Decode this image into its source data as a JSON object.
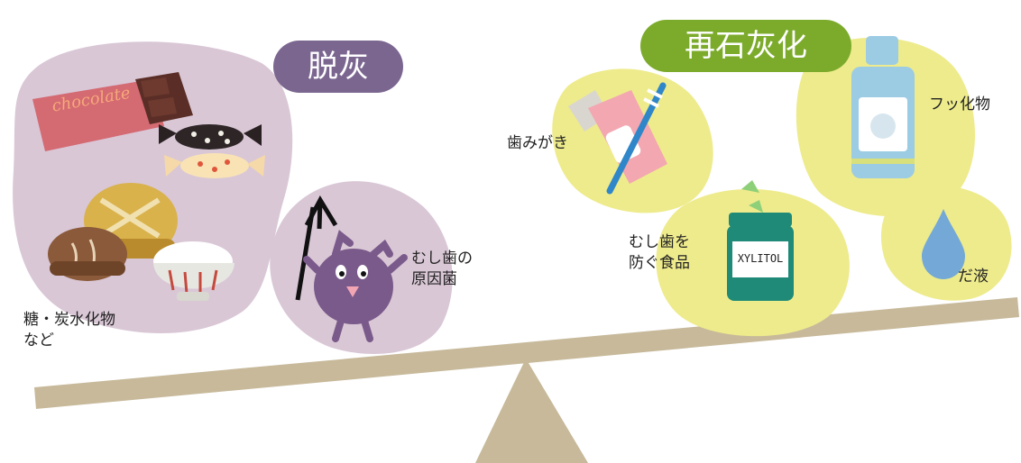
{
  "demineralization": {
    "title": "脱灰",
    "food_label_line1": "糖・炭水化物",
    "food_label_line2": "など",
    "chocolate_text": "chocolate",
    "bacteria_label_line1": "むし歯の",
    "bacteria_label_line2": "原因菌",
    "color": "#7b6690",
    "bubble_color": "#d9c7d6"
  },
  "remineralization": {
    "title": "再石灰化",
    "brushing_label": "歯みがき",
    "fluoride_label": "フッ化物",
    "food_label_line1": "むし歯を",
    "food_label_line2": "防ぐ食品",
    "jar_text": "XYLITOL",
    "saliva_label": "だ液",
    "color": "#7cab2c",
    "bubble_color": "#eeeb8c"
  },
  "balance": {
    "color": "#c7b99a"
  }
}
